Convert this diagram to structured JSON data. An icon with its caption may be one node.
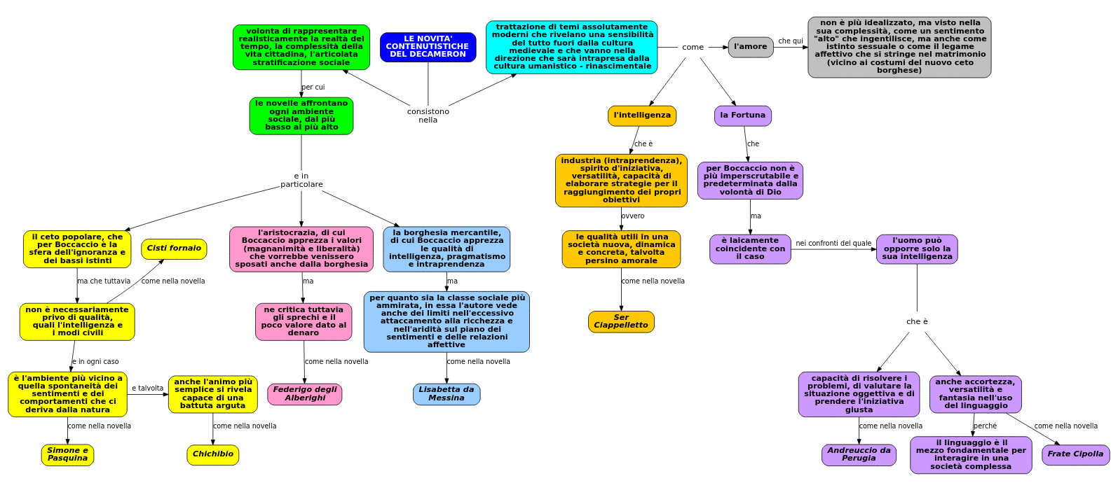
{
  "diagram": {
    "nodes": [
      {
        "text": [
          "volonta di rappresentare realisticamente la realtà del tempo, la complessità della vita cittadina, l'articolata stratificazione sociale"
        ]
      },
      {
        "text": [
          "LE NOVITA' CONTENUTISTICHE DEL DECAMERON"
        ]
      },
      {
        "text": [
          "trattazione di temi assolutamente moderni che rivelano una sensibilità del tutto fuori dalla cultura medievale e che vanno nella direzione che sarà intrapresa dalla cultura umanistico - rinascimentale"
        ]
      },
      {
        "text": [
          "l'amore"
        ]
      },
      {
        "text": [
          "non è più idealizzato, ma visto nella sua complessità, come un sentimento \"alto\" che ingentilisce, ma anche come istinto sessuale o come il legame affettivo che si stringe nel matrimonio (vicino ai costumi del nuovo ceto borghese)"
        ]
      },
      {
        "text": [
          "consistono nella"
        ]
      },
      {
        "text": [
          "come"
        ]
      },
      {
        "text": [
          "l'intelligenza"
        ]
      },
      {
        "text": [
          "la Fortuna"
        ]
      },
      {
        "text": [
          "le novelle affrontano ogni ambiente sociale, dal più basso al più alto"
        ]
      },
      {
        "text": [
          "e in particolare"
        ]
      },
      {
        "text": [
          "il ceto popolare, che per Boccaccio è la sfera dell'ignoranza e dei bassi istinti"
        ]
      },
      {
        "text": [
          "Cisti fornaio"
        ]
      },
      {
        "text": [
          "per Boccaccio non è più imperscrutabile e predeterminata dalla volontà di Dio"
        ]
      },
      {
        "text": [
          "industria (intraprendenza), spirito d'iniziativa, versatilità, capacità di elaborare strategie per il raggiungimento dei propri obiettivi"
        ]
      },
      {
        "text": [
          "le qualità utili in una società nuova, dinamica e concreta, talvolta persino amorale"
        ]
      },
      {
        "text": [
          "la borghesia mercantile, di cui Boccaccio apprezza le qualità di intelligenza, pragmatismo e intraprendenza"
        ]
      },
      {
        "text": [
          "l'aristocrazia, di cui Boccaccio apprezza i valori (magnanimità e liberalità) che vorrebbe venissero sposati anche dalla borghesia"
        ]
      },
      {
        "text": [
          "non è necessariamente privo di qualità, quali l'intelligenza e i modi civili"
        ]
      },
      {
        "text": [
          "è laicamente coincidente con il caso"
        ]
      },
      {
        "text": [
          "l'uomo può opporre solo la sua intelligenza"
        ]
      },
      {
        "text": [
          "anche accortezza, versatilità e fantasia nell'uso del linguaggio"
        ]
      },
      {
        "text": [
          "Ser Ciappelletto"
        ]
      },
      {
        "text": [
          "per quanto sia la classe sociale più ammirata, in essa l'autore vede anche dei limiti nell'eccessivo attaccamento alla ricchezza e nell'aridità sul piano dei sentimenti e delle relazioni affettive"
        ]
      },
      {
        "text": [
          "ne critica tuttavia gli sprechi e il poco valore dato al denaro"
        ]
      },
      {
        "text": [
          "è l'ambiente più vicino a quella spontaneità dei sentimenti e dei comportamenti che ci deriva dalla natura"
        ]
      },
      {
        "text": [
          "anche l'animo più semplice si rivela capace di una battuta arguta"
        ]
      },
      {
        "text": [
          "che è"
        ]
      },
      {
        "text": [
          "Frate Cipolla"
        ]
      },
      {
        "text": [
          "il linguaggio è il mezzo fondamentale per interagire in una società complessa"
        ]
      },
      {
        "text": [
          "capacità di risolvere i problemi, di valutare la situazione oggettiva e di prendere l'iniziativa giusta"
        ]
      },
      {
        "text": [
          "Lisabetta da Messina"
        ]
      },
      {
        "text": [
          "Federigo degli Alberighi"
        ]
      },
      {
        "text": [
          "Simone e Pasquina"
        ]
      },
      {
        "text": [
          "Chichibio"
        ]
      },
      {
        "text": [
          "Andreuccio da Perugia"
        ]
      }
    ],
    "edges": [
      {
        "from": 1,
        "to": 5,
        "arrow": "none"
      },
      {
        "from": 5,
        "to": 0,
        "arrow": "to"
      },
      {
        "from": 5,
        "to": 2,
        "arrow": "to"
      },
      {
        "from": 2,
        "to": 6,
        "arrow": "none"
      },
      {
        "from": 6,
        "to": 3,
        "arrow": "to"
      },
      {
        "from": 6,
        "to": 8,
        "arrow": "to"
      },
      {
        "from": 6,
        "to": 7,
        "arrow": "to"
      },
      {
        "from": 3,
        "to": 4,
        "arrow": "to",
        "label": "che qui"
      },
      {
        "from": 0,
        "to": 9,
        "arrow": "to",
        "label": "per cui"
      },
      {
        "from": 9,
        "to": 10,
        "arrow": "none"
      },
      {
        "from": 10,
        "to": 16,
        "arrow": "to"
      },
      {
        "from": 10,
        "to": 17,
        "arrow": "to"
      },
      {
        "from": 10,
        "to": 11,
        "arrow": "to"
      },
      {
        "from": 11,
        "to": 18,
        "arrow": "to",
        "label": "ma che tuttavia"
      },
      {
        "from": 18,
        "to": 12,
        "arrow": "to",
        "label": "come nella novella"
      },
      {
        "from": 8,
        "to": 13,
        "arrow": "to",
        "label": "che"
      },
      {
        "from": 13,
        "to": 19,
        "arrow": "to",
        "label": "ma"
      },
      {
        "from": 19,
        "to": 20,
        "arrow": "to",
        "label": "nei confronti del quale"
      },
      {
        "from": 7,
        "to": 14,
        "arrow": "to",
        "label": "che è"
      },
      {
        "from": 14,
        "to": 15,
        "arrow": "to",
        "label": "ovvero"
      },
      {
        "from": 15,
        "to": 22,
        "arrow": "to",
        "label": "come nella novella"
      },
      {
        "from": 16,
        "to": 23,
        "arrow": "to",
        "label": "ma"
      },
      {
        "from": 23,
        "to": 31,
        "arrow": "to",
        "label": "come nella novella"
      },
      {
        "from": 17,
        "to": 24,
        "arrow": "to",
        "label": "ma"
      },
      {
        "from": 24,
        "to": 32,
        "arrow": "to",
        "label": "come nella novella"
      },
      {
        "from": 18,
        "to": 25,
        "arrow": "to",
        "label": "e in ogni caso"
      },
      {
        "from": 25,
        "to": 33,
        "arrow": "to",
        "label": "come nella novella"
      },
      {
        "from": 25,
        "to": 26,
        "arrow": "to",
        "label": "e talvolta"
      },
      {
        "from": 26,
        "to": 34,
        "arrow": "to",
        "label": "come nella novella"
      },
      {
        "from": 20,
        "to": 27,
        "arrow": "none"
      },
      {
        "from": 27,
        "to": 30,
        "arrow": "to"
      },
      {
        "from": 27,
        "to": 21,
        "arrow": "to"
      },
      {
        "from": 21,
        "to": 28,
        "arrow": "to",
        "label": "come nella novella"
      },
      {
        "from": 21,
        "to": 29,
        "arrow": "to",
        "label": "perché"
      },
      {
        "from": 30,
        "to": 35,
        "arrow": "to",
        "label": "come nella novella"
      }
    ]
  }
}
